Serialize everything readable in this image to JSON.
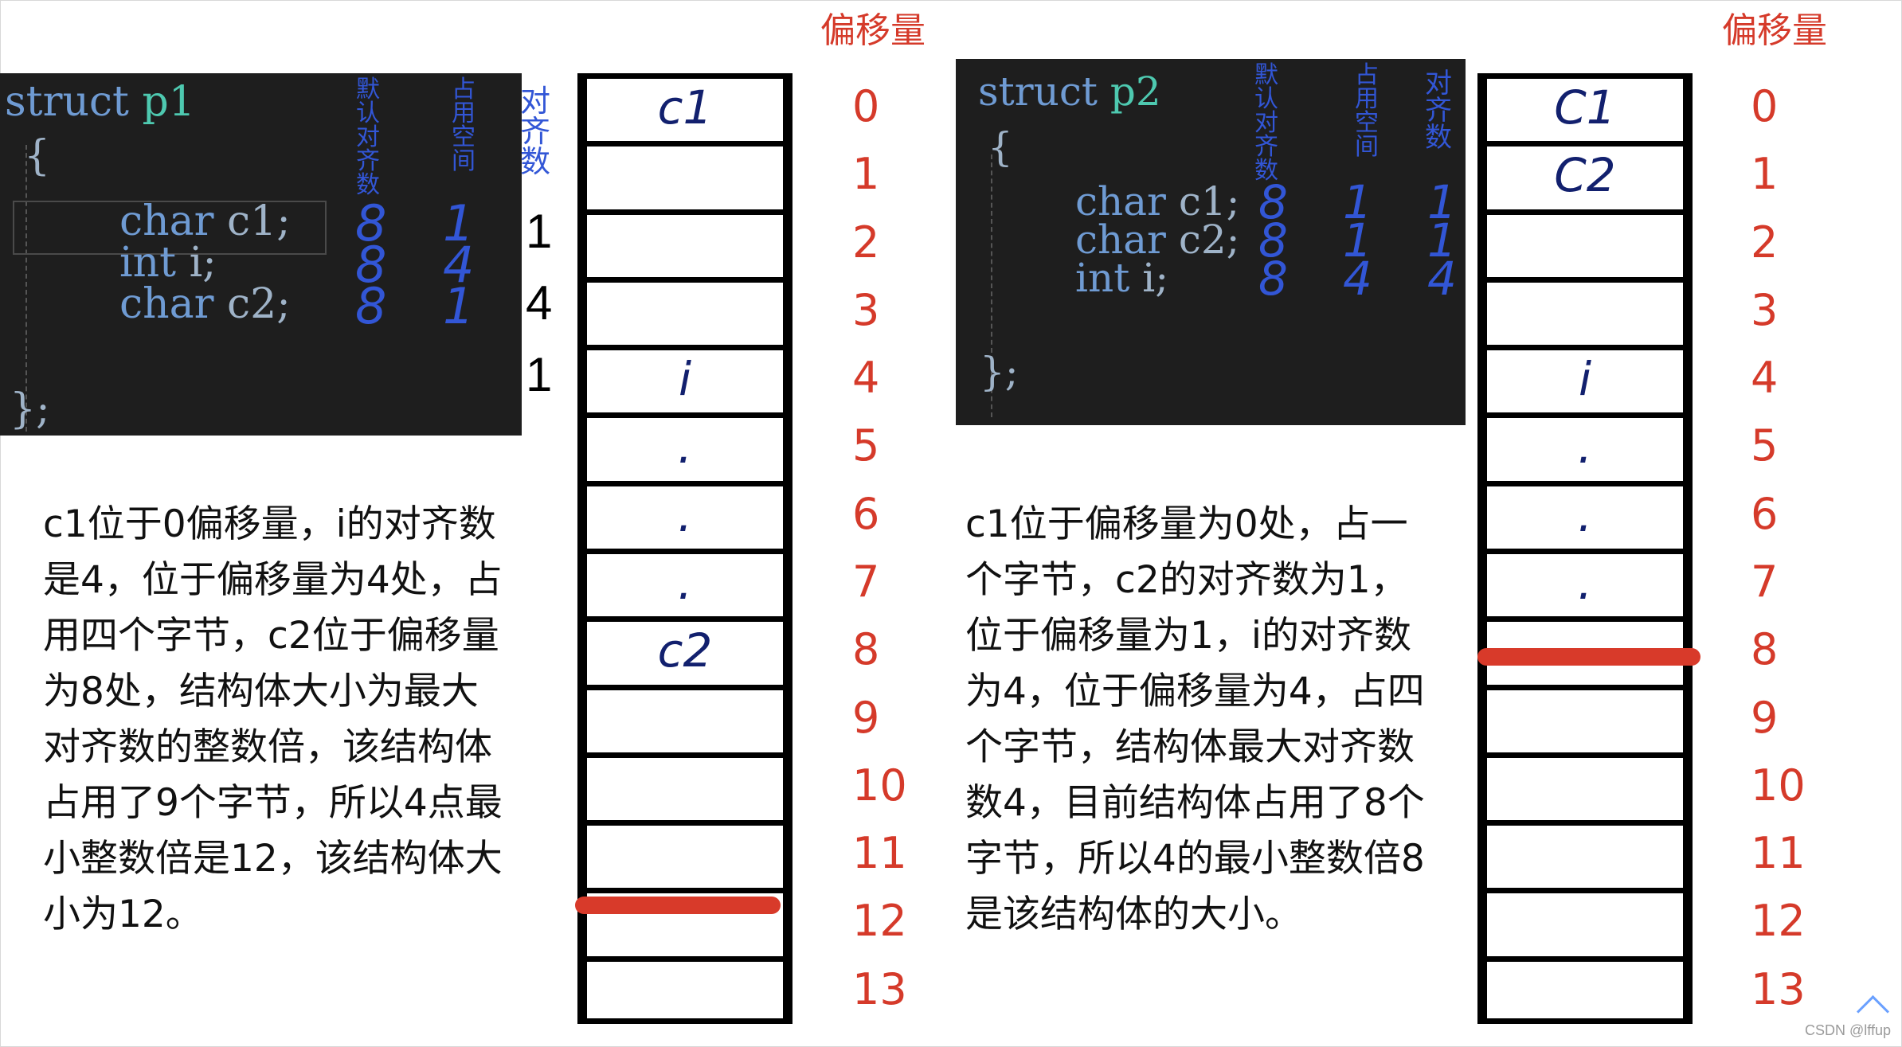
{
  "left": {
    "code": {
      "line1_kw": "struct",
      "line1_name": "p1",
      "open": "{",
      "rows": [
        {
          "type": "char",
          "var": "c1;",
          "default": "8",
          "space": "1",
          "align": "1"
        },
        {
          "type": "int",
          "var": "i;",
          "default": "8",
          "space": "4",
          "align": "4"
        },
        {
          "type": "char",
          "var": "c2;",
          "default": "8",
          "space": "1",
          "align": "1"
        }
      ],
      "close": "};"
    },
    "headers": {
      "default": "默认对齐数",
      "space": "占用空间",
      "align": "对齐数"
    },
    "offset_header": "偏移量",
    "cells": [
      "c1",
      "",
      "",
      "",
      "i",
      ".",
      ".",
      ".",
      "c2",
      "",
      "",
      "",
      "",
      ""
    ],
    "paragraph": [
      "c1位于0偏移量，i的对齐数",
      "是4，位于偏移量为4处，占",
      "用四个字节，c2位于偏移量",
      "为8处，结构体大小为最大",
      "对齐数的整数倍，该结构体",
      "占用了9个字节，所以4点最",
      "小整数倍是12，该结构体大",
      "小为12。"
    ]
  },
  "right": {
    "code": {
      "line1_kw": "struct",
      "line1_name": "p2",
      "open": "{",
      "rows": [
        {
          "type": "char",
          "var": "c1;",
          "default": "8",
          "space": "1",
          "align": "1"
        },
        {
          "type": "char",
          "var": "c2;",
          "default": "8",
          "space": "1",
          "align": "1"
        },
        {
          "type": "int",
          "var": "i;",
          "default": "8",
          "space": "4",
          "align": "4"
        }
      ],
      "close": "};"
    },
    "headers": {
      "default": "默认对齐数",
      "space": "占用空间",
      "align": "对齐数"
    },
    "offset_header": "偏移量",
    "cells": [
      "C1",
      "C2",
      "",
      "",
      "i",
      ".",
      ".",
      ".",
      "",
      "",
      "",
      "",
      "",
      ""
    ],
    "paragraph": [
      "c1位于偏移量为0处，占一",
      "个字节，c2的对齐数为1，",
      "位于偏移量为1，i的对齐数",
      "为4，位于偏移量为4，占四",
      "个字节，结构体最大对齐数",
      "数4，目前结构体占用了8个",
      "字节，所以4的最小整数倍8",
      "是该结构体的大小。"
    ]
  },
  "offsets": [
    "0",
    "1",
    "2",
    "3",
    "4",
    "5",
    "6",
    "7",
    "8",
    "9",
    "10",
    "11",
    "12",
    "13"
  ],
  "watermark": "CSDN @lffup",
  "colors": {
    "offset": "#d53a2a",
    "handwriting": "#3256d6",
    "marker": "#d83a2a"
  }
}
